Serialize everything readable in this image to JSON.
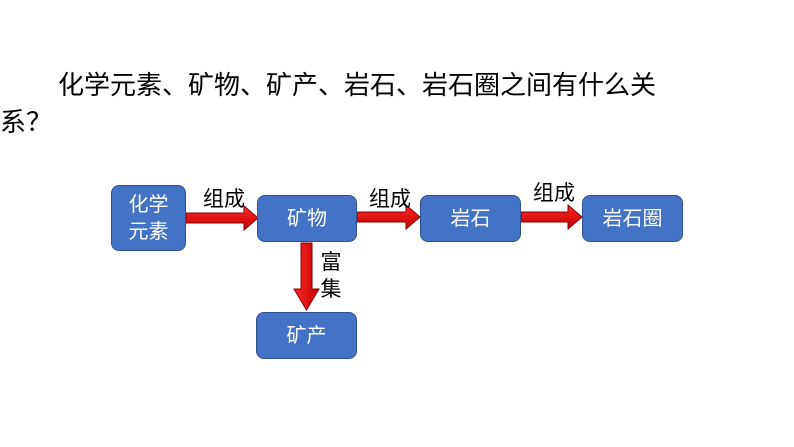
{
  "question": {
    "line1": "化学元素、矿物、矿产、岩石、岩石圈之间有什么关",
    "line2": "系？"
  },
  "nodes": {
    "elements_line1": "化学",
    "elements_line2": "元素",
    "mineral": "矿物",
    "rock": "岩石",
    "lithosphere": "岩石圈",
    "mineral_resource": "矿产"
  },
  "edges": {
    "compose_1": "组成",
    "compose_2": "组成",
    "compose_3": "组成",
    "enrich_char1": "富",
    "enrich_char2": "集"
  },
  "colors": {
    "node_fill": "#4472c4",
    "node_border": "#2f528f",
    "arrow_fill": "#e00000",
    "arrow_outline": "#8a0000"
  }
}
